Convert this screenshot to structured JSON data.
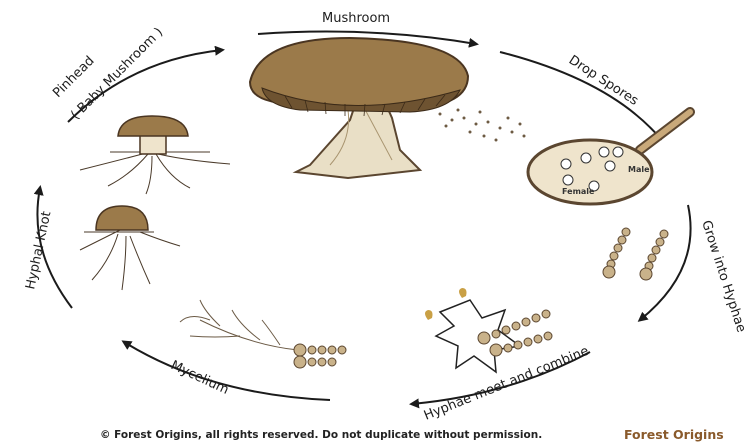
{
  "diagram": {
    "stages": {
      "mushroom": "Mushroom",
      "drop_spores": "Drop Spores",
      "grow_hyphae": "Grow into Hyphae",
      "hyphae_meet": "Hyphae meet and combine",
      "mycelium": "Mycelium",
      "hyphal_knot": "Hyphal Knot",
      "pinhead_line1": "Pinhead",
      "pinhead_line2": "( Baby Mushroom )"
    },
    "spore_labels": {
      "male": "Male",
      "female": "Female"
    },
    "signs": {
      "plus": "+",
      "minus": "−"
    }
  },
  "footer": {
    "copyright": "© Forest Origins, all rights reserved. Do not duplicate without permission.",
    "brand": "Forest Origins"
  }
}
